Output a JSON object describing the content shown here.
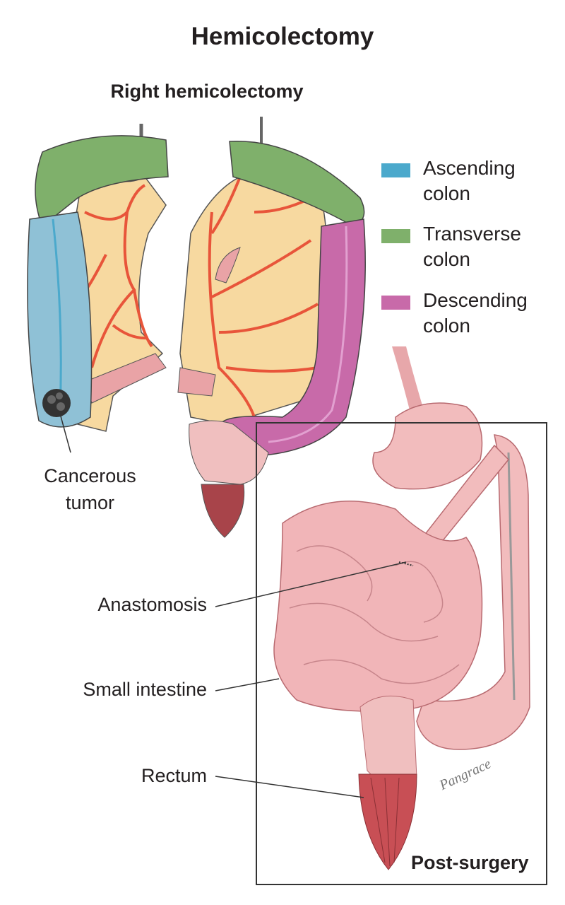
{
  "title": "Hemicolectomy",
  "subtitle": "Right hemicolectomy",
  "legend": [
    {
      "line1": "Ascending",
      "line2": "colon",
      "color": "#4ba9cc"
    },
    {
      "line1": "Transverse",
      "line2": "colon",
      "color": "#7fb06b"
    },
    {
      "line1": "Descending",
      "line2": "colon",
      "color": "#c86aa9"
    }
  ],
  "labels": {
    "tumor_line1": "Cancerous",
    "tumor_line2": "tumor",
    "anastomosis": "Anastomosis",
    "small_intestine": "Small intestine",
    "rectum": "Rectum"
  },
  "post_surgery": "Post-surgery",
  "signature": "Pangrace",
  "colors": {
    "mesentery": "#f7d9a0",
    "vessel": "#e8553a",
    "intestine": "#f0b7b8",
    "rectum": "#c84f55"
  }
}
